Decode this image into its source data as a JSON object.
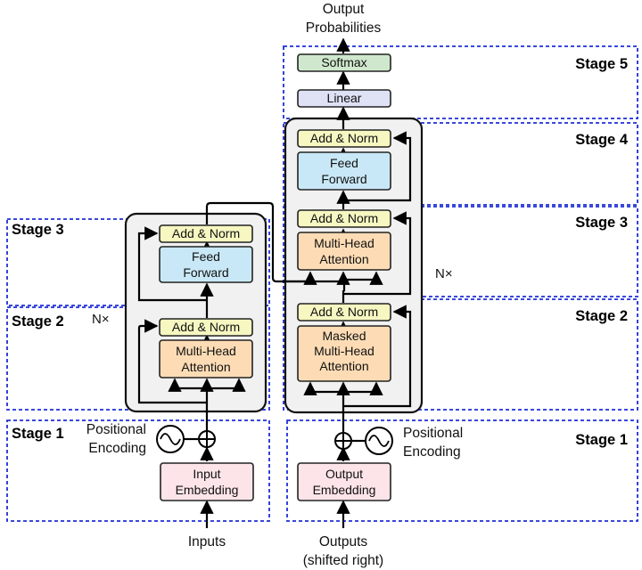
{
  "labels": {
    "output_prob_1": "Output",
    "output_prob_2": "Probabilities",
    "inputs": "Inputs",
    "outputs_1": "Outputs",
    "outputs_2": "(shifted right)",
    "pos_enc_left_1": "Positional",
    "pos_enc_left_2": "Encoding",
    "pos_enc_right_1": "Positional",
    "pos_enc_right_2": "Encoding",
    "nx_encoder": "N×",
    "nx_decoder": "N×"
  },
  "stages": {
    "enc_stage1": "Stage 1",
    "enc_stage2": "Stage 2",
    "enc_stage3": "Stage 3",
    "dec_stage1": "Stage 1",
    "dec_stage2": "Stage 2",
    "dec_stage3": "Stage 3",
    "dec_stage4": "Stage 4",
    "dec_stage5": "Stage 5"
  },
  "encoder": {
    "embedding_1": "Input",
    "embedding_2": "Embedding",
    "mha_1": "Multi-Head",
    "mha_2": "Attention",
    "addnorm_1": "Add & Norm",
    "ff_1": "Feed",
    "ff_2": "Forward",
    "addnorm_2": "Add & Norm"
  },
  "decoder": {
    "embedding_1": "Output",
    "embedding_2": "Embedding",
    "masked_1": "Masked",
    "masked_2": "Multi-Head",
    "masked_3": "Attention",
    "addnorm_1": "Add & Norm",
    "mha_1": "Multi-Head",
    "mha_2": "Attention",
    "addnorm_2": "Add & Norm",
    "ff_1": "Feed",
    "ff_2": "Forward",
    "addnorm_3": "Add & Norm",
    "linear": "Linear",
    "softmax": "Softmax"
  },
  "colors": {
    "embedding": "#fce4e8",
    "attention": "#fddcb5",
    "addnorm": "#f6f7c1",
    "feedforward": "#c9e8f7",
    "linear": "#dfe1f5",
    "softmax": "#cfe8cd",
    "stack_bg": "#f1f1f1",
    "stage_border": "#1f2fd6"
  }
}
